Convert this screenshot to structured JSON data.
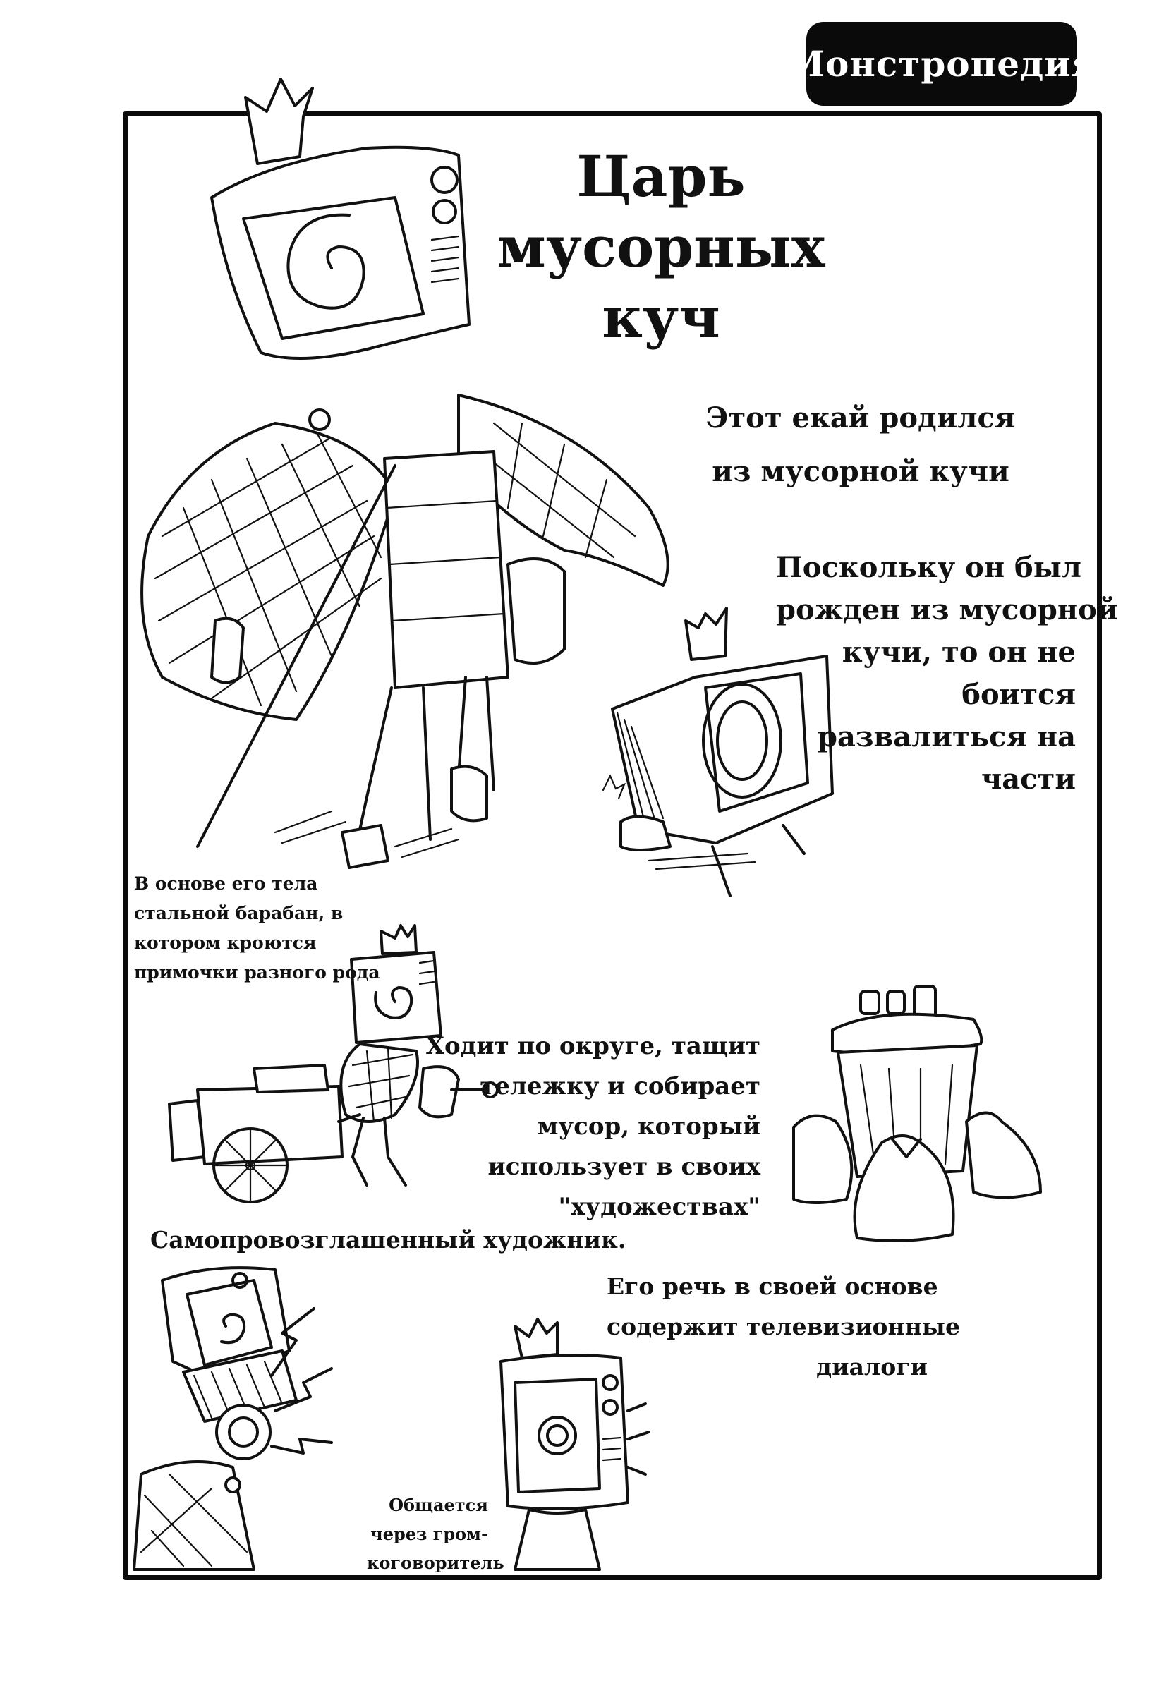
{
  "header": {
    "badge_label": "Монстропедия"
  },
  "entry": {
    "title_lines": [
      "Царь",
      "мусорных",
      "куч"
    ],
    "intro_lines": [
      "Этот екай родился",
      "из мусорной кучи"
    ],
    "born_lines": [
      "Поскольку он был",
      "рожден из мусорной",
      "кучи, то он не",
      "боится",
      "развалиться на",
      "части"
    ],
    "drum_caption_lines": [
      "В основе его тела",
      "стальной барабан, в",
      "котором кроются",
      "примочки разного рода"
    ],
    "walks_lines": [
      "Ходит по округе, тащит",
      "тележку и собирает",
      "мусор, который",
      "использует в своих",
      "\"художествах\""
    ],
    "artist_caption": "Самопровозглашенный художник.",
    "speech_lines": [
      "Его речь в своей основе",
      "содержит телевизионные",
      "диалоги"
    ],
    "loudspeaker_lines": [
      "Общается",
      "через гром-",
      "коговоритель"
    ]
  },
  "illustrations": {
    "main_figure": "tv-headed-king-in-quilted-cape",
    "fallen_tv": "tv-head-with-crown-on-legs",
    "cart_figure": "tv-king-pulling-cart",
    "trash_can": "trash-can-with-bags",
    "loudspeaker_figure": "tv-king-with-loudspeaker",
    "talking_tv": "tv-king-front-view"
  }
}
